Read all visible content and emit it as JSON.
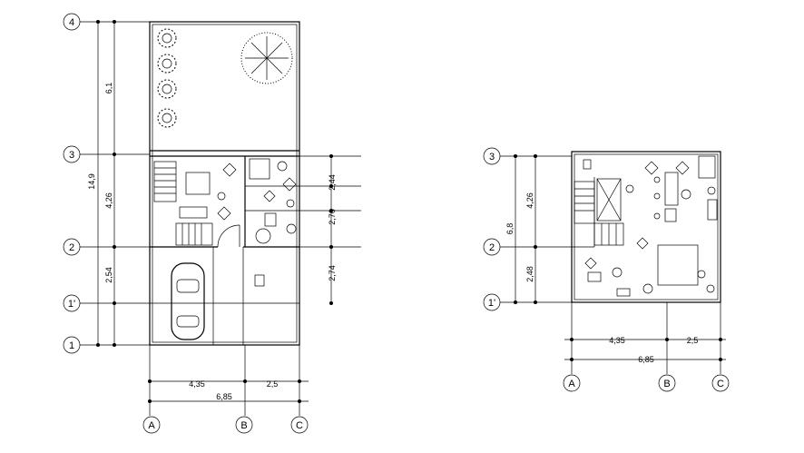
{
  "left_plan": {
    "grid_rows": [
      {
        "label": "4"
      },
      {
        "label": "3"
      },
      {
        "label": "2"
      },
      {
        "label": "1'"
      },
      {
        "label": "1"
      }
    ],
    "grid_cols": [
      {
        "label": "A"
      },
      {
        "label": "B"
      },
      {
        "label": "C"
      }
    ],
    "dims_vertical_inner": [
      "6,1",
      "4,26",
      "2,54"
    ],
    "dim_vertical_total": "14,9",
    "dims_right": [
      "2,44",
      "2,76",
      "2,74"
    ],
    "dims_bottom": [
      "4,35",
      "2,5"
    ],
    "dim_bottom_total": "6,85"
  },
  "right_plan": {
    "grid_rows": [
      {
        "label": "3"
      },
      {
        "label": "2"
      },
      {
        "label": "1'"
      }
    ],
    "grid_cols": [
      {
        "label": "A"
      },
      {
        "label": "B"
      },
      {
        "label": "C"
      }
    ],
    "dims_vertical_inner": [
      "4,26",
      "2,48"
    ],
    "dim_vertical_total": "6,8",
    "dims_bottom": [
      "4,35",
      "2,5"
    ],
    "dim_bottom_total": "6,85"
  }
}
